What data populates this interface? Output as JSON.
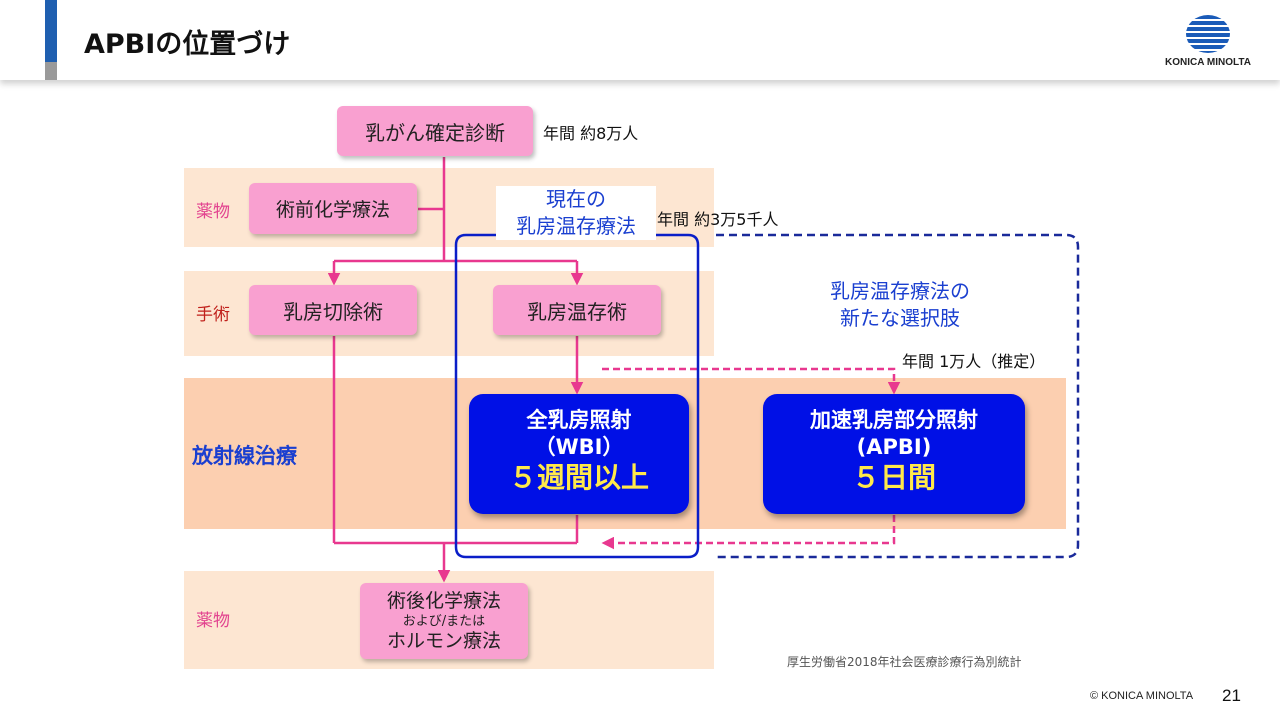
{
  "header": {
    "title": "APBIの位置づけ",
    "logo_text": "KONICA MINOLTA"
  },
  "rows": {
    "drug_pre": "薬物",
    "surgery": "手術",
    "radiation": "放射線治療",
    "drug_post": "薬物"
  },
  "nodes": {
    "diagnosis": "乳がん確定診断",
    "neoadjuvant": "術前化学療法",
    "mastectomy": "乳房切除術",
    "conserving_surgery": "乳房温存術",
    "wbi": {
      "line1": "全乳房照射",
      "line2": "（WBI）",
      "line3": "５週間以上"
    },
    "apbi": {
      "line1": "加速乳房部分照射",
      "line2": "(APBI)",
      "line3": "５日間"
    },
    "adjuvant": {
      "line1": "術後化学療法",
      "line2": "および/または",
      "line3": "ホルモン療法"
    }
  },
  "annotations": {
    "diagnosis_count": "年間 約8万人",
    "bct_count": "年間 約3万5千人",
    "apbi_count": "年間 1万人（推定）",
    "current_bct_line1": "現在の",
    "current_bct_line2": "乳房温存療法",
    "new_option_line1": "乳房温存療法の",
    "new_option_line2": "新たな選択肢"
  },
  "footer": {
    "source": "厚生労働省2018年社会医療診療行為別統計",
    "copyright": "© KONICA MINOLTA",
    "page_number": "21"
  },
  "colors": {
    "pink_node": "#f9a0d0",
    "blue_node": "#0010e6",
    "arrow_pink": "#e8388f",
    "frame_blue": "#0a1ec8",
    "frame_navy": "#1a2a9a",
    "band_light": "#fde6d2",
    "band_dark": "#fccfb0"
  }
}
